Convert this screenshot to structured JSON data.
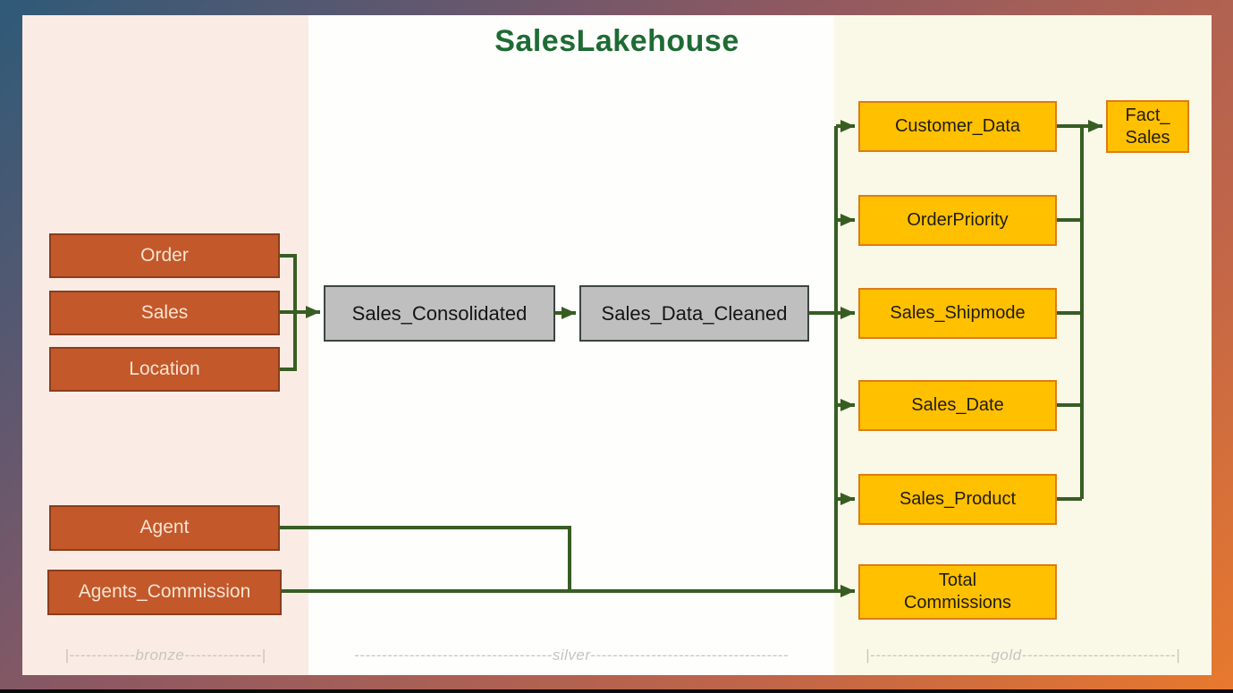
{
  "title": "SalesLakehouse",
  "zones": {
    "bronze": {
      "name": "bronze",
      "ruler_text": "|------------bronze--------------|"
    },
    "silver": {
      "name": "silver",
      "ruler_text": "------------------------------------silver------------------------------------"
    },
    "gold": {
      "name": "gold",
      "ruler_text": "|----------------------gold----------------------------|"
    }
  },
  "nodes": {
    "bronze": [
      {
        "label": "Order"
      },
      {
        "label": "Sales"
      },
      {
        "label": "Location"
      },
      {
        "label": "Agent"
      },
      {
        "label": "Agents_Commission"
      }
    ],
    "silver": [
      {
        "label": "Sales_Consolidated"
      },
      {
        "label": "Sales_Data_Cleaned"
      }
    ],
    "gold": [
      {
        "label": "Customer_Data"
      },
      {
        "label": "OrderPriority"
      },
      {
        "label": "Sales_Shipmode"
      },
      {
        "label": "Sales_Date"
      },
      {
        "label": "Sales_Product"
      },
      {
        "label": "Total\nCommissions"
      },
      {
        "label": "Fact_\nSales"
      }
    ]
  },
  "edges": [
    {
      "from": "Order",
      "to": "Sales_Consolidated"
    },
    {
      "from": "Sales",
      "to": "Sales_Consolidated"
    },
    {
      "from": "Location",
      "to": "Sales_Consolidated"
    },
    {
      "from": "Sales_Consolidated",
      "to": "Sales_Data_Cleaned"
    },
    {
      "from": "Sales_Data_Cleaned",
      "to": "Customer_Data"
    },
    {
      "from": "Sales_Data_Cleaned",
      "to": "OrderPriority"
    },
    {
      "from": "Sales_Data_Cleaned",
      "to": "Sales_Shipmode"
    },
    {
      "from": "Sales_Data_Cleaned",
      "to": "Sales_Date"
    },
    {
      "from": "Sales_Data_Cleaned",
      "to": "Sales_Product"
    },
    {
      "from": "Sales_Data_Cleaned",
      "to": "Total Commissions"
    },
    {
      "from": "Customer_Data",
      "to": "Fact_Sales"
    },
    {
      "from": "OrderPriority",
      "to": "Fact_Sales"
    },
    {
      "from": "Sales_Shipmode",
      "to": "Fact_Sales"
    },
    {
      "from": "Sales_Date",
      "to": "Fact_Sales"
    },
    {
      "from": "Sales_Product",
      "to": "Fact_Sales"
    },
    {
      "from": "Agent",
      "to": "Total Commissions"
    },
    {
      "from": "Agents_Commission",
      "to": "Total Commissions"
    }
  ],
  "colors": {
    "title_green": "#1E6B34",
    "line_green": "#375D23",
    "bronze_fill": "#C3582B",
    "bronze_border": "#8C3D1C",
    "silver_fill": "#BFBFBF",
    "gold_fill": "#FFC000",
    "gold_border": "#DF7B16",
    "zone_bronze_bg": "#FAECE4",
    "zone_silver_bg": "#FEFEFD",
    "zone_gold_bg": "#FAF9E8"
  }
}
